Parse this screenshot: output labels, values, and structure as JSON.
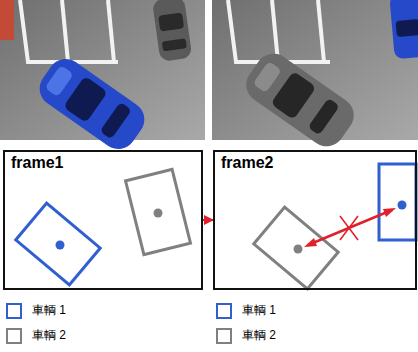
{
  "diagram": {
    "nodes": [
      {
        "text": [
          "frame1"
        ]
      },
      {
        "text": [
          "frame2"
        ]
      }
    ],
    "edges": [
      {
        "from": 0,
        "to": 1,
        "arrow": "to"
      }
    ],
    "legend": [
      {
        "text": "車輌 1",
        "color": "#2f5fd0"
      },
      {
        "text": "車輌 2",
        "color": "#808080"
      },
      {
        "text": "車輌 1",
        "color": "#2f5fd0"
      },
      {
        "text": "車輌 2",
        "color": "#808080"
      }
    ]
  }
}
